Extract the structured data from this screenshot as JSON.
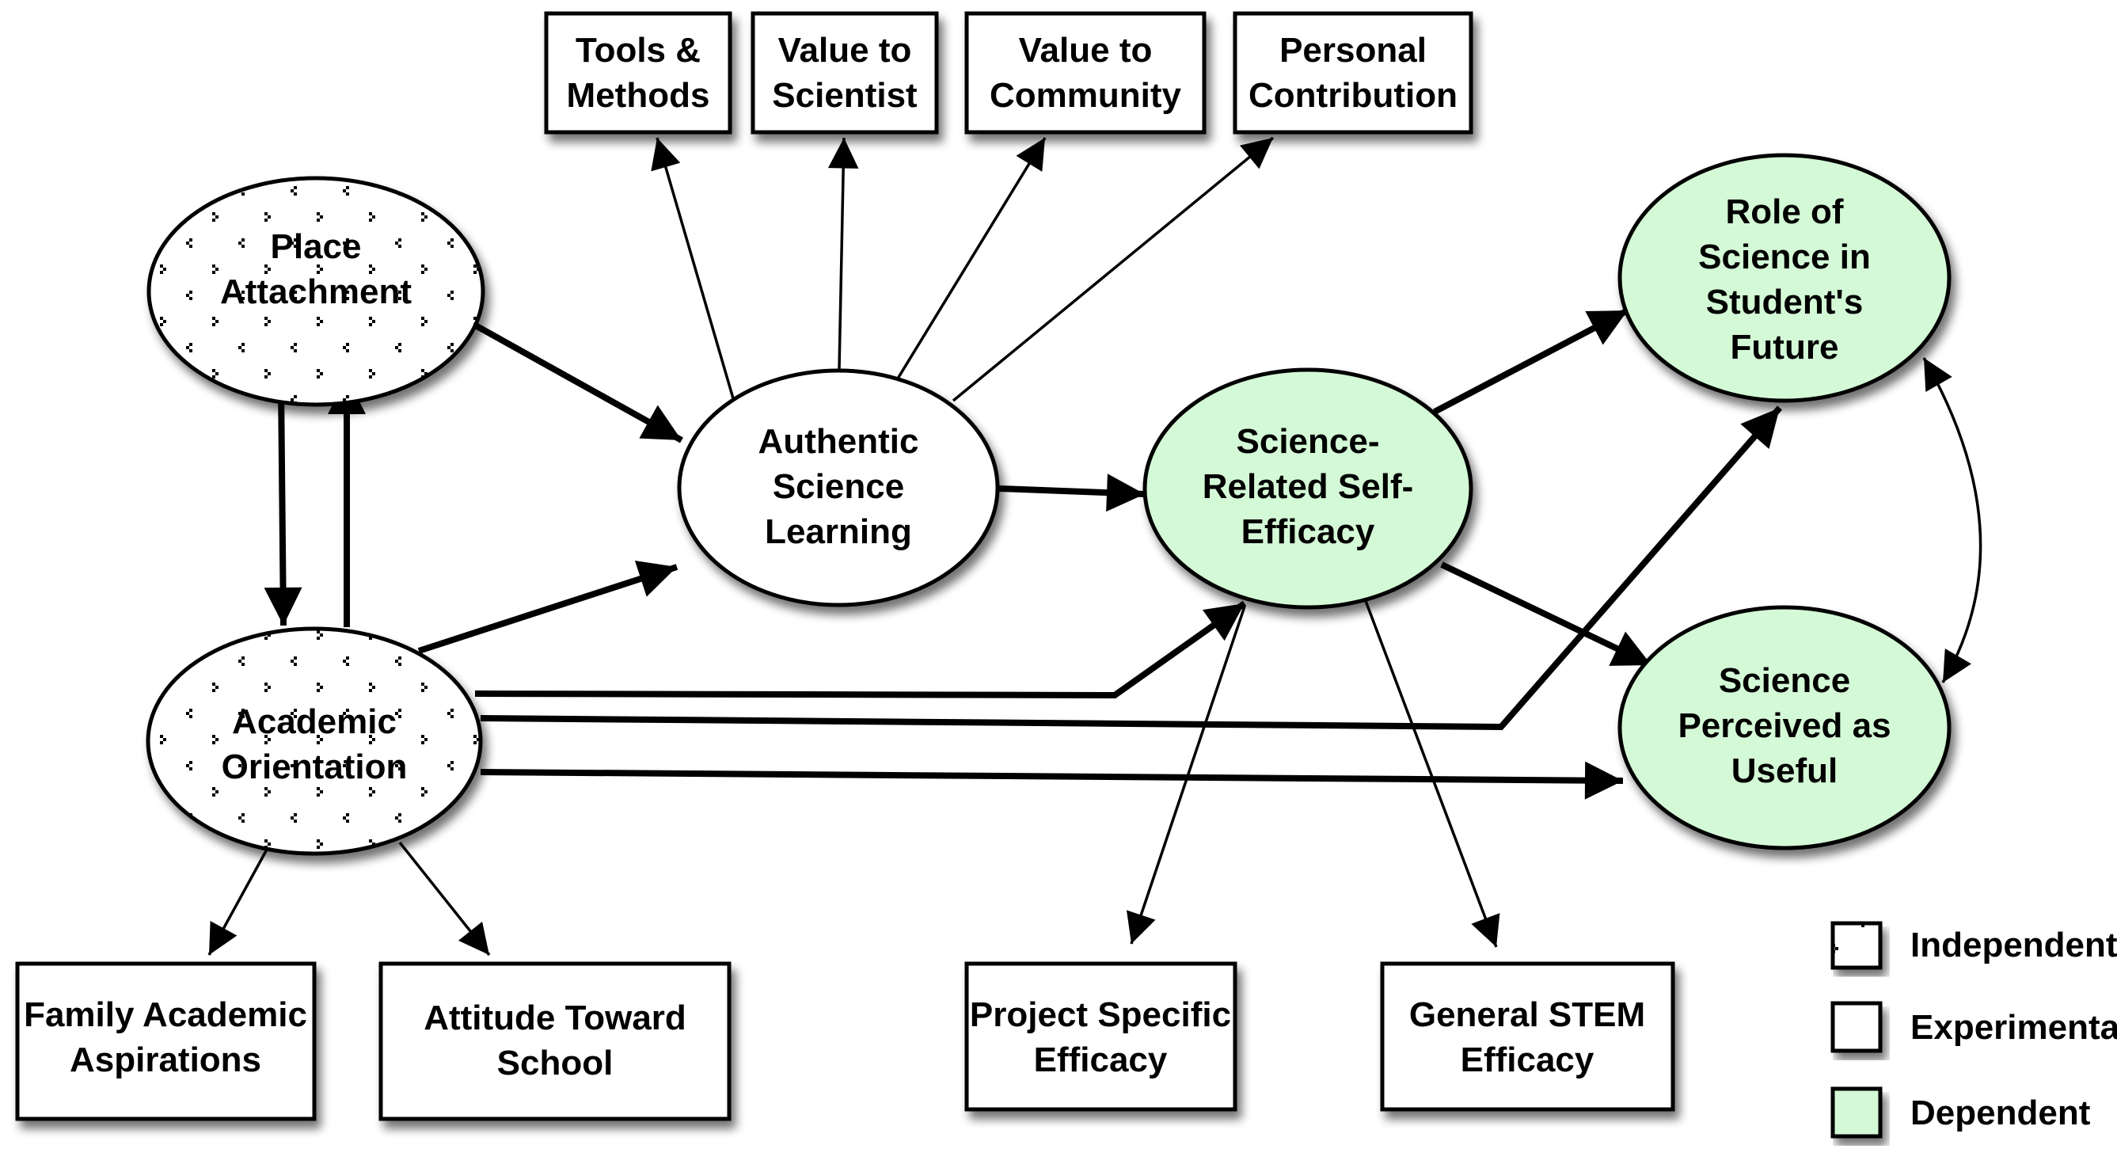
{
  "colors": {
    "dependent_fill": "#d4f9d6",
    "experimental_fill": "#ffffff",
    "independent_fill": "#ffffff",
    "stroke": "#000000"
  },
  "nodes": {
    "tools_methods": {
      "lines": [
        "Tools &",
        "Methods"
      ],
      "type": "indicator"
    },
    "value_scientist": {
      "lines": [
        "Value to",
        "Scientist"
      ],
      "type": "indicator"
    },
    "value_community": {
      "lines": [
        "Value to",
        "Community"
      ],
      "type": "indicator"
    },
    "personal_contribution": {
      "lines": [
        "Personal",
        "Contribution"
      ],
      "type": "indicator"
    },
    "place_attachment": {
      "lines": [
        "Place",
        "Attachment"
      ],
      "type": "independent"
    },
    "academic_orientation": {
      "lines": [
        "Academic",
        "Orientation"
      ],
      "type": "independent"
    },
    "authentic_science_learning": {
      "lines": [
        "Authentic",
        "Science",
        "Learning"
      ],
      "type": "experimental"
    },
    "science_self_efficacy": {
      "lines": [
        "Science-",
        "Related Self-",
        "Efficacy"
      ],
      "type": "dependent"
    },
    "role_of_science": {
      "lines": [
        "Role of",
        "Science  in",
        "Student's",
        "Future"
      ],
      "type": "dependent"
    },
    "science_useful": {
      "lines": [
        "Science",
        "Perceived as",
        "Useful"
      ],
      "type": "dependent"
    },
    "family_aspirations": {
      "lines": [
        "Family Academic",
        "Aspirations"
      ],
      "type": "indicator"
    },
    "attitude_school": {
      "lines": [
        "Attitude Toward",
        "School"
      ],
      "type": "indicator"
    },
    "project_efficacy": {
      "lines": [
        "Project Specific",
        "Efficacy"
      ],
      "type": "indicator"
    },
    "general_stem": {
      "lines": [
        "General STEM",
        "Efficacy"
      ],
      "type": "indicator"
    }
  },
  "edges": [
    {
      "from": "Place Attachment",
      "to": "Authentic Science Learning",
      "weight": "thick"
    },
    {
      "from": "Place Attachment",
      "to": "Academic Orientation",
      "weight": "thick"
    },
    {
      "from": "Academic Orientation",
      "to": "Place Attachment",
      "weight": "thick"
    },
    {
      "from": "Academic Orientation",
      "to": "Authentic Science Learning",
      "weight": "thick"
    },
    {
      "from": "Authentic Science Learning",
      "to": "Tools & Methods",
      "weight": "thin"
    },
    {
      "from": "Authentic Science Learning",
      "to": "Value to Scientist",
      "weight": "thin"
    },
    {
      "from": "Authentic Science Learning",
      "to": "Value to Community",
      "weight": "thin"
    },
    {
      "from": "Authentic Science Learning",
      "to": "Personal Contribution",
      "weight": "thin"
    },
    {
      "from": "Authentic Science Learning",
      "to": "Science-Related Self-Efficacy",
      "weight": "thick"
    },
    {
      "from": "Science-Related Self-Efficacy",
      "to": "Role of Science in Student's Future",
      "weight": "thick"
    },
    {
      "from": "Science-Related Self-Efficacy",
      "to": "Science Perceived as Useful",
      "weight": "thick"
    },
    {
      "from": "Academic Orientation",
      "to": "Science-Related Self-Efficacy",
      "weight": "thick"
    },
    {
      "from": "Academic Orientation",
      "to": "Role of Science in Student's Future",
      "weight": "thick"
    },
    {
      "from": "Academic Orientation",
      "to": "Science Perceived as Useful",
      "weight": "thick"
    },
    {
      "from": "Science-Related Self-Efficacy",
      "to": "Project Specific Efficacy",
      "weight": "thin"
    },
    {
      "from": "Science-Related Self-Efficacy",
      "to": "General STEM Efficacy",
      "weight": "thin"
    },
    {
      "from": "Academic Orientation",
      "to": "Family Academic Aspirations",
      "weight": "thin"
    },
    {
      "from": "Academic Orientation",
      "to": "Attitude Toward School",
      "weight": "thin"
    },
    {
      "from": "Role of Science in Student's Future",
      "to": "Science Perceived as Useful",
      "weight": "thin",
      "bidirectional": true
    }
  ],
  "legend": {
    "independent": "Independent",
    "experimental": "Experimental",
    "dependent": "Dependent"
  }
}
